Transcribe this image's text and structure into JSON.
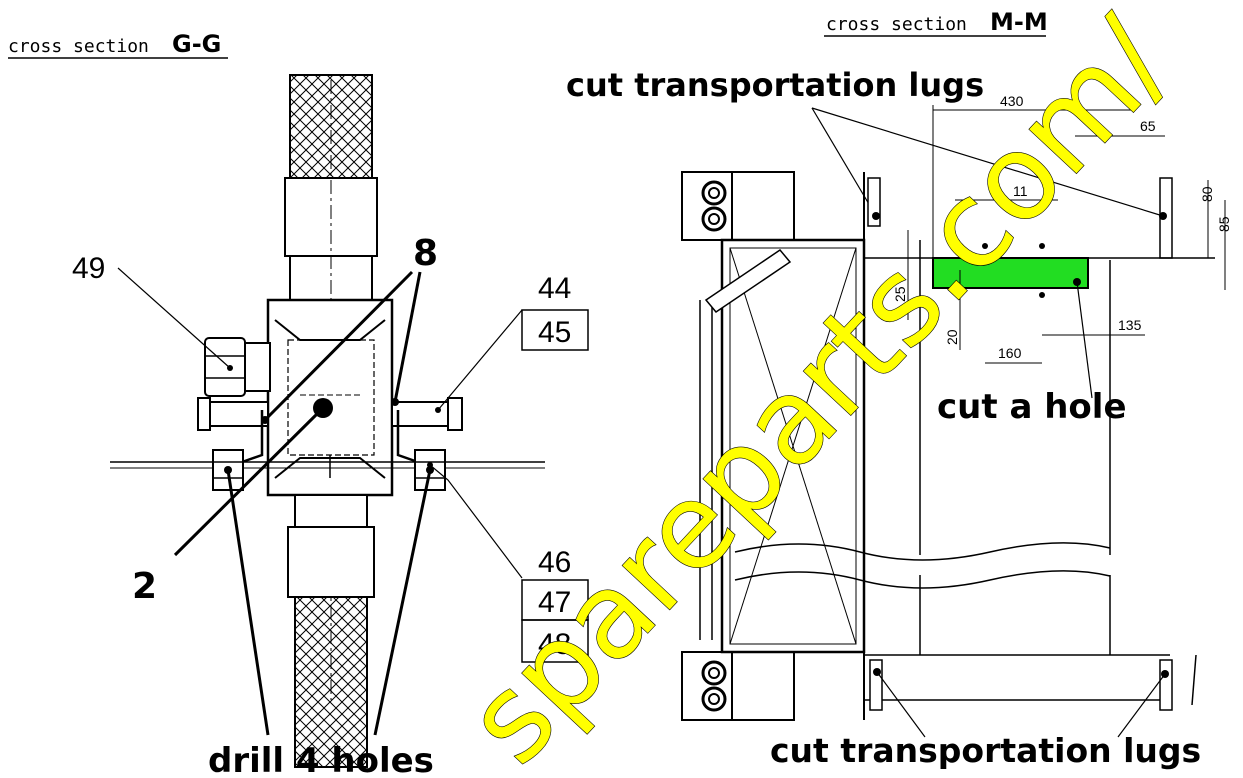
{
  "left_view": {
    "section_prefix": "cross section",
    "section_id": "G-G",
    "callouts": {
      "c49": "49",
      "c44": "44",
      "c45": "45",
      "c46": "46",
      "c47": "47",
      "c48": "48",
      "c8": "8",
      "c2": "2"
    },
    "instruction": "drill 4 holes"
  },
  "right_view": {
    "section_prefix": "cross section",
    "section_id": "M-M",
    "label_top": "cut transportation lugs",
    "label_bottom": "cut transportation lugs",
    "label_hole": "cut a hole",
    "dimensions": {
      "d430": "430",
      "d65": "65",
      "d11": "11",
      "d80": "80",
      "d85": "85",
      "d25": "25",
      "d20": "20",
      "d160": "160",
      "d135": "135"
    },
    "hole_color": "#22dd22"
  },
  "watermark": {
    "text": "spareparts.com/",
    "color": "#ffff00"
  }
}
